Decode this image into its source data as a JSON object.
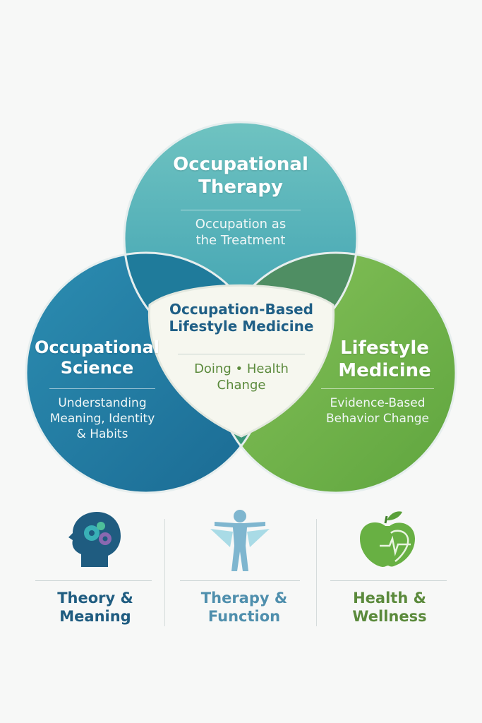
{
  "circles": {
    "top": {
      "title_line1": "Occupational",
      "title_line2": "Therapy",
      "sub_line1": "Occupation as",
      "sub_line2": "the Treatment"
    },
    "left": {
      "title_line1": "Occupational",
      "title_line2": "Science",
      "sub_line1": "Understanding",
      "sub_line2": "Meaning, Identity",
      "sub_line3": "& Habits"
    },
    "right": {
      "title_line1": "Lifestyle",
      "title_line2": "Medicine",
      "sub_line1": "Evidence-Based",
      "sub_line2": "Behavior Change"
    }
  },
  "center": {
    "title_line1": "Occupation-Based",
    "title_line2": "Lifestyle Medicine",
    "sub_line1": "Doing • Health",
    "sub_line2": "Change"
  },
  "icons": [
    {
      "icon": "head-gears-icon",
      "line1": "Theory &",
      "line2": "Meaning",
      "color": "#1f5c80"
    },
    {
      "icon": "person-figure-icon",
      "line1": "Therapy &",
      "line2": "Function",
      "color": "#4f8fad"
    },
    {
      "icon": "apple-heart-icon",
      "line1": "Health &",
      "line2": "Wellness",
      "color": "#5b8a3c"
    }
  ],
  "colors": {
    "teal": "#3aa3ae",
    "blue": "#1b6f9a",
    "green": "#72b04a",
    "center_bg": "#f5f7ee"
  }
}
